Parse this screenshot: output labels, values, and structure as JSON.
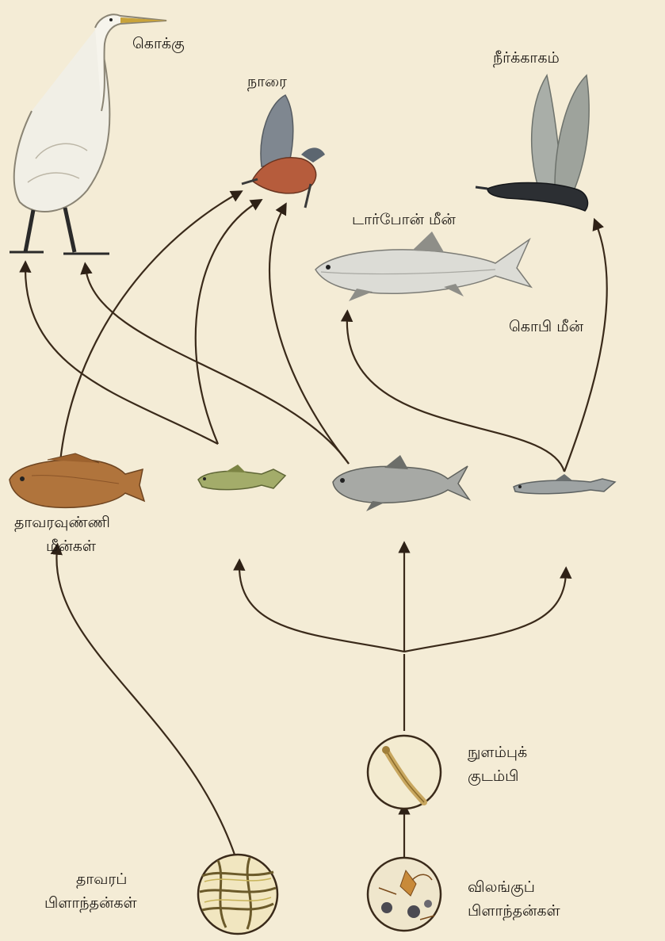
{
  "organisms": {
    "egret": "கொக்கு",
    "stork": "நாரை",
    "cormorant": "நீர்க்காகம்",
    "tarpon": "டார்போன் மீன்",
    "goby": "கொபி மீன்",
    "herbivorous_fish_line1": "தாவரவுண்ணி",
    "herbivorous_fish_line2": "மீன்கள்",
    "phytoplankton_line1": "தாவரப்",
    "phytoplankton_line2": "பிளாந்தன்கள்",
    "zooplankton_line1": "விலங்குப்",
    "zooplankton_line2": "பிளாந்தன்கள்",
    "worm_larva_line1": "நுளம்புக்",
    "worm_larva_line2": "குடம்பி"
  },
  "colors": {
    "background": "#f4ecd6",
    "arrow": "#3a2a1a",
    "text": "#1a1612"
  }
}
